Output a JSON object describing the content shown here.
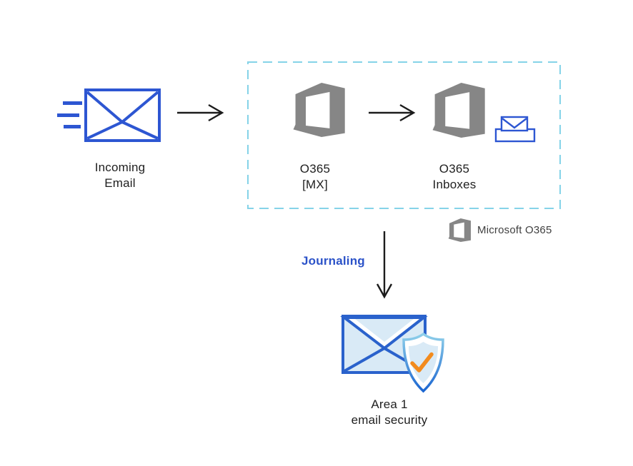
{
  "diagram": {
    "nodes": {
      "incoming_email": {
        "line1": "Incoming",
        "line2": "Email"
      },
      "o365_mx": {
        "line1": "O365",
        "line2": "[MX]"
      },
      "o365_inboxes": {
        "line1": "O365",
        "line2": "Inboxes"
      },
      "area1": {
        "line1": "Area 1",
        "line2": "email security"
      }
    },
    "flows": {
      "journaling_label": "Journaling"
    },
    "legend": {
      "label": "Microsoft O365"
    },
    "icons": {
      "incoming_email": "envelope-speed-lines-icon",
      "o365_mx": "office365-logo-icon",
      "o365_inboxes": "office365-logo-icon",
      "o365_inboxes_secondary": "inbox-envelope-icon",
      "legend": "office365-logo-icon",
      "area1": "envelope-shield-check-icon",
      "flow_left_to_box": "arrow-right-icon",
      "flow_mx_to_inboxes": "arrow-right-icon",
      "flow_journaling": "arrow-down-icon"
    },
    "colors": {
      "envelope_blue": "#2d56d2",
      "area1_blue": "#2a62cc",
      "o365_gray": "#868686",
      "dashed_border": "#85d3e8",
      "journaling_blue": "#2b52c8",
      "check_orange": "#f28b1e",
      "light_blue_fill": "#d9eaf6",
      "shield_top": "#8fd0ea",
      "shield_bottom": "#1b66d1",
      "arrow": "#1c1c1c",
      "text": "#1f1f1f"
    }
  }
}
